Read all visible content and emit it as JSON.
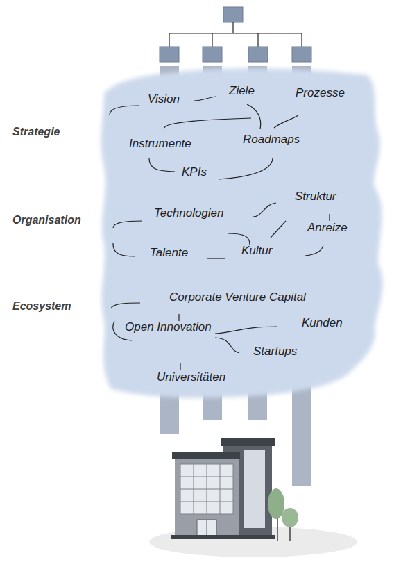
{
  "diagram": {
    "labels": [
      "Ziele",
      "Prozesse",
      "Vision",
      "Strategie",
      "Roadmaps",
      "Instrumente",
      "KPIs",
      "Struktur",
      "Technologien",
      "Organisation",
      "Anreize",
      "Kultur",
      "Talente",
      "Corporate Venture Capital",
      "Ecosystem",
      "Kunden",
      "Open Innovation",
      "Startups",
      "Universitäten"
    ]
  }
}
